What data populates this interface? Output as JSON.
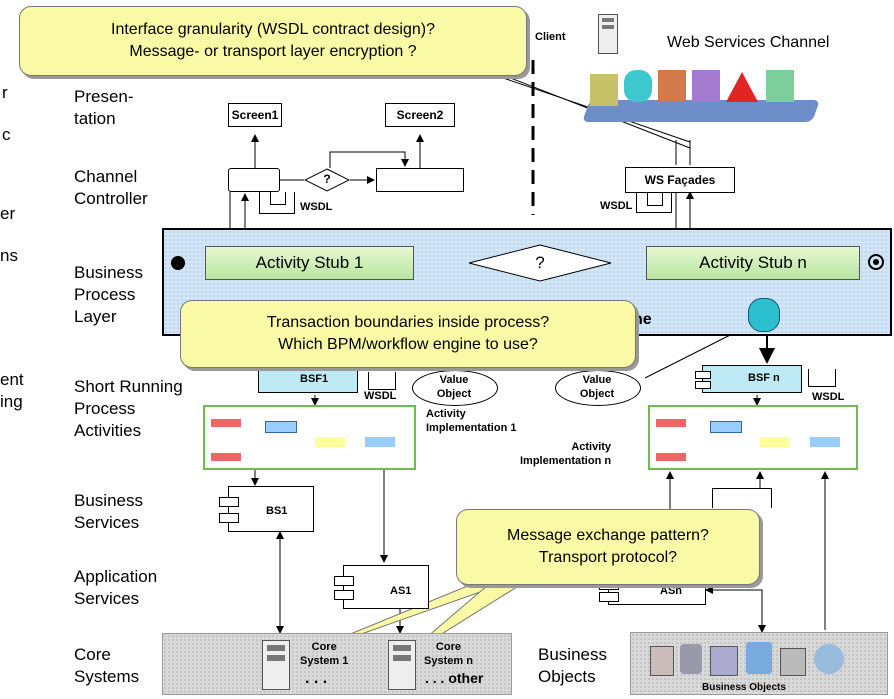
{
  "layers": {
    "presentation": "Presen-\ntation",
    "channel_controller": "Channel\nController",
    "business_process_layer": "Business\nProcess\nLayer",
    "short_running": "Short Running\nProcess\nActivities",
    "business_services": "Business\nServices",
    "application_services": "Application\nServices",
    "core_systems": "Core\nSystems"
  },
  "left_fragments": [
    "r",
    "c",
    "er",
    "ns",
    "ent",
    "ing"
  ],
  "header": {
    "client": "Client",
    "web_services_channel": "Web Services Channel"
  },
  "presentation": {
    "screen1": "Screen1",
    "screen2": "Screen2"
  },
  "channel": {
    "decision": "?",
    "wsdl": "WSDL",
    "ws_facades": "WS Façades",
    "wsdl_right": "WSDL"
  },
  "process": {
    "stub1": "Activity Stub 1",
    "decision": "?",
    "stubn": "Activity Stub n",
    "engine_suffix": "ne"
  },
  "short_running": {
    "bsf1": "BSF1",
    "wsdl1": "WSDL",
    "vo1": "Value\nObject",
    "vo2": "Value\nObject",
    "bsfn": "BSF n",
    "wsdln": "WSDL",
    "act_impl_1": "Activity\nImplementation 1",
    "act_impl_n": "Activity\nImplementation n"
  },
  "services": {
    "bs1": "BS1",
    "as1": "AS1",
    "asn": "ASn"
  },
  "core": {
    "sys1": "Core\nSystem 1",
    "sysn": "Core\nSystem n",
    "dots1": ". . .",
    "dots2": ". . . other",
    "business_objects_label": "Business\nObjects",
    "business_objects_caption": "Business Objects"
  },
  "callouts": {
    "top": [
      "Interface granularity (WSDL contract design)?",
      "Message- or transport layer encryption ?"
    ],
    "middle": [
      "Transaction boundaries inside process?",
      "Which BPM/workflow engine to use?"
    ],
    "bottom": [
      "Message exchange pattern?",
      "Transport protocol?"
    ]
  },
  "colors": {
    "callout": "#fafaa6",
    "stub": "#c8edb0",
    "process_bg": "#d3e6f7",
    "core_bg": "#d9d9d9"
  }
}
